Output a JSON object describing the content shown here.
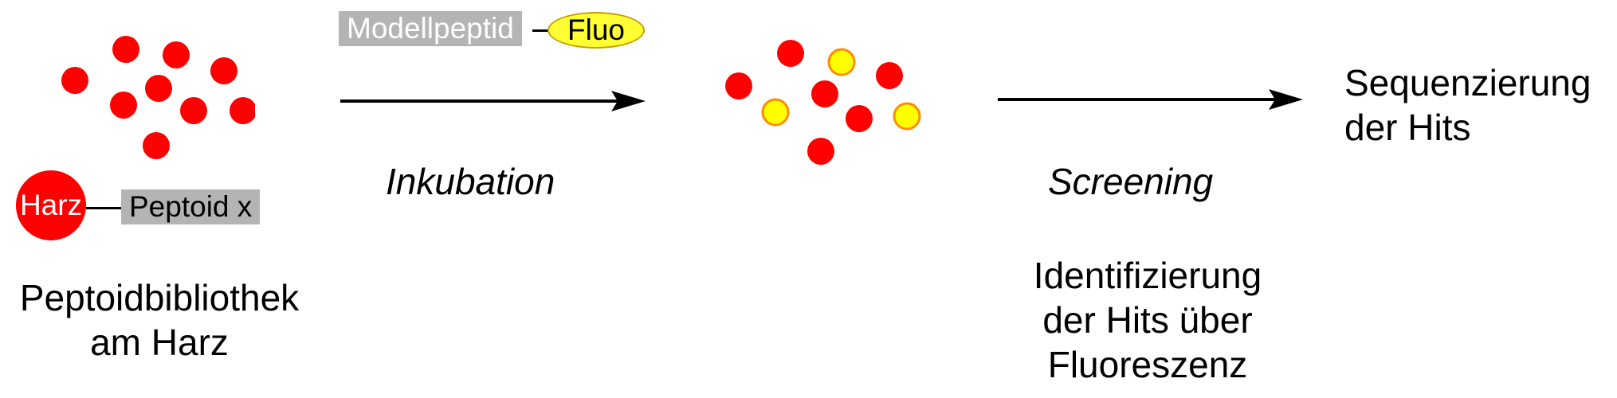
{
  "colors": {
    "bead_red": "#ff0000",
    "bead_yellow": "#ffff00",
    "bead_yellow_border": "#ff8c00",
    "label_box_gray": "#b4b4b4"
  },
  "library_stage": {
    "resin_label": "Harz",
    "peptoid_label": "Peptoid x",
    "caption_line1": "Peptoidbibliothek",
    "caption_line2": "am Harz"
  },
  "incubation_stage": {
    "model_peptide_label": "Modellpeptid",
    "fluo_label": "Fluo",
    "step_label": "Inkubation"
  },
  "screening_stage": {
    "step_label": "Screening",
    "description_line1": "Identifizierung",
    "description_line2": "der Hits über",
    "description_line3": "Fluoreszenz"
  },
  "sequencing_stage": {
    "label_line1": "Sequenzierung",
    "label_line2": "der Hits"
  }
}
